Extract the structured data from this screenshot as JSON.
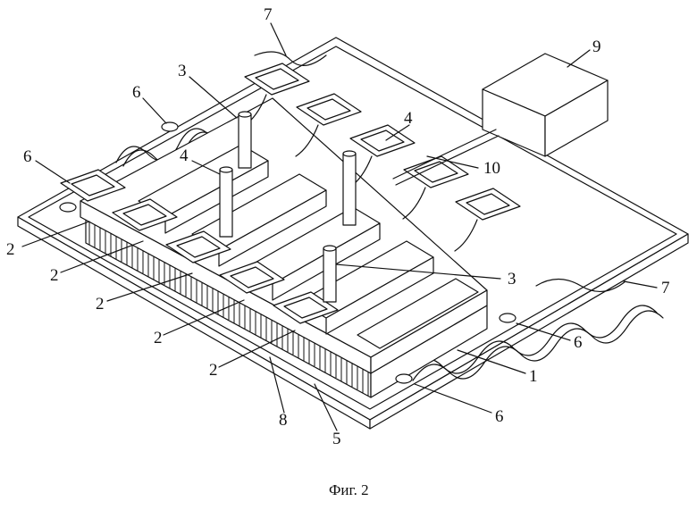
{
  "figure": {
    "caption": "Фиг. 2",
    "labels": [
      "7",
      "9",
      "3",
      "6",
      "4",
      "6",
      "4",
      "10",
      "2",
      "2",
      "2",
      "3",
      "7",
      "2",
      "6",
      "2",
      "1",
      "6",
      "8",
      "5"
    ]
  }
}
